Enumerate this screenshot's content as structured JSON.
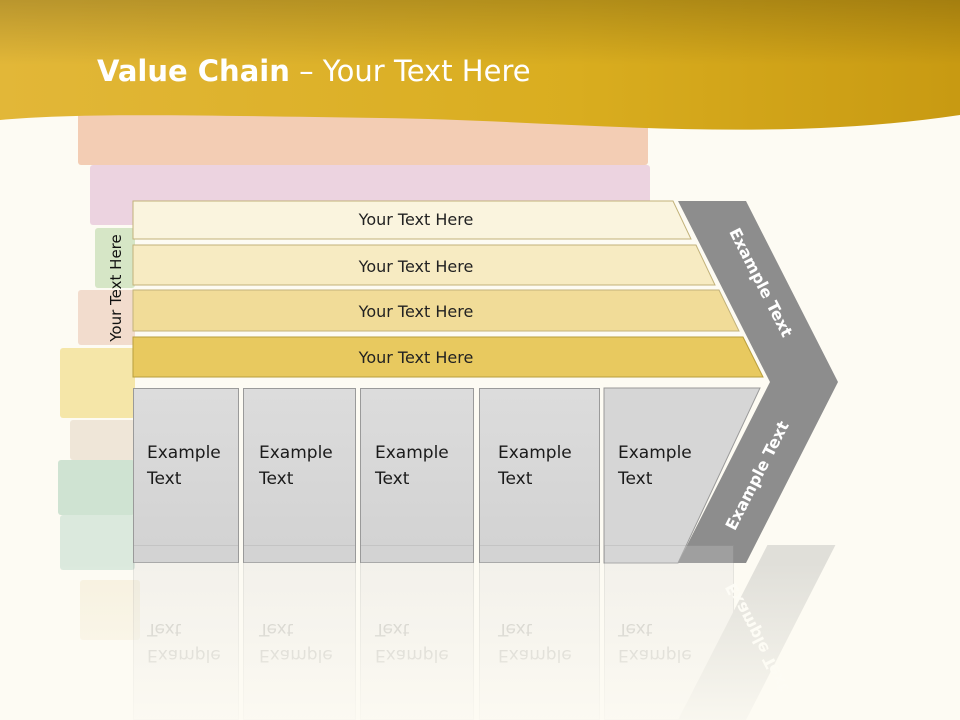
{
  "title": {
    "bold": "Value Chain",
    "rest": " – Your Text Here"
  },
  "side_label": "Your Text Here",
  "layers": [
    {
      "label": "Your Text Here",
      "color": "#faf4de"
    },
    {
      "label": "Your Text Here",
      "color": "#f7ebc2"
    },
    {
      "label": "Your Text Here",
      "color": "#f1dc98"
    },
    {
      "label": "Your Text Here",
      "color": "#e8c95f"
    }
  ],
  "boxes": [
    {
      "line1": "Example",
      "line2": "Text"
    },
    {
      "line1": "Example",
      "line2": "Text"
    },
    {
      "line1": "Example",
      "line2": "Text"
    },
    {
      "line1": "Example",
      "line2": "Text"
    },
    {
      "line1": "Example",
      "line2": "Text"
    }
  ],
  "chevron": {
    "upper": "Example Text",
    "lower": "Example Text"
  },
  "colors": {
    "header": "#d9ae1e",
    "chevron": "#8d8d8d",
    "box": "#d8d8d8"
  }
}
